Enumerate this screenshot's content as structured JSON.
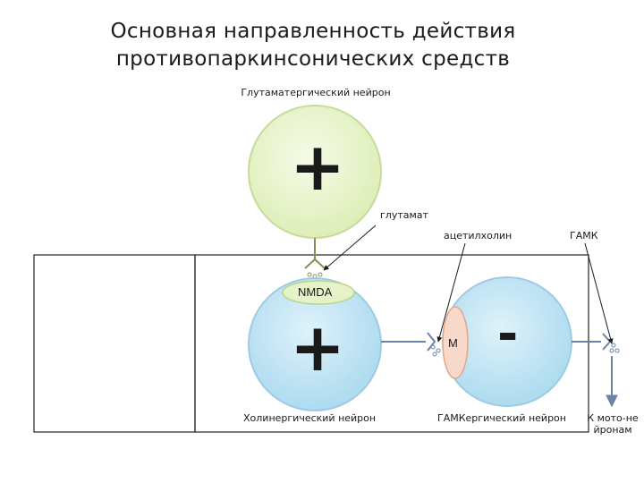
{
  "title": {
    "line1": "Основная направленность действия",
    "line2": "противопаркинсонических средств"
  },
  "neurons": {
    "glutamatergic": {
      "label": "Глутаматергический нейрон",
      "sign": "+"
    },
    "cholinergic": {
      "label": "Холинергический нейрон",
      "sign": "+"
    },
    "gabaergic": {
      "label": "ГАМКергический нейрон",
      "sign": "-"
    }
  },
  "receptors": {
    "nmda": "NMDA",
    "m": "М"
  },
  "mediators": {
    "glutamate": "глутамат",
    "acetylcholine": "ацетилхолин",
    "gaba": "ГАМК"
  },
  "output_label": "К мото-нейронам",
  "colors": {
    "green_fill": "#e6f2c8",
    "green_stroke": "#b8d48a",
    "blue_fill": "#bfe3f3",
    "blue_stroke": "#8fc3de",
    "stem": "#8b8b5a",
    "arrow": "#6a84a8",
    "m_fill": "#f8d8c8",
    "m_stroke": "#e0a888"
  }
}
